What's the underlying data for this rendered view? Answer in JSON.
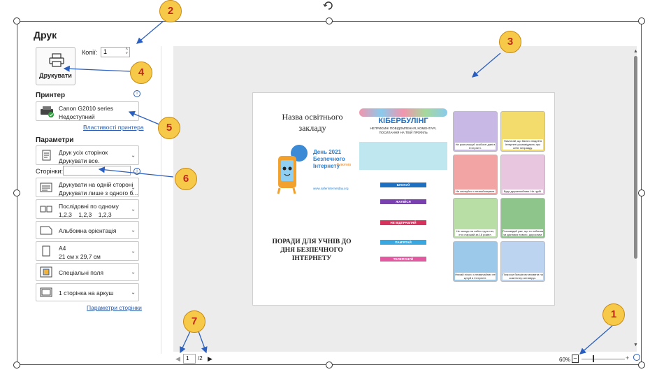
{
  "dialog": {
    "title": "Друк"
  },
  "print_button": {
    "label": "Друкувати"
  },
  "copies": {
    "label": "Копії:",
    "value": "1"
  },
  "printer": {
    "section": "Принтер",
    "name": "Canon G2010 series",
    "status": "Недоступний",
    "properties_link": "Властивості принтера"
  },
  "params": {
    "section": "Параметри",
    "print_all": {
      "line1": "Друк усіх сторінок",
      "line2": "Друкувати все."
    },
    "pages_label": "Сторінки:",
    "pages_value": "",
    "sides": {
      "line1": "Друкувати на одній стороні",
      "line2": "Друкувати лише з одного б..."
    },
    "collate": {
      "line1": "Послідовні по одному",
      "line2": "1,2,3    1,2,3    1,2,3"
    },
    "orientation": "Альбомна орієнтація",
    "paper": {
      "line1": "A4",
      "line2": "21 см x 29,7 см"
    },
    "margins": "Спеціальні поля",
    "per_sheet": "1 сторінка на аркуш",
    "page_setup_link": "Параметри сторінки"
  },
  "preview": {
    "heading_left": "Назва освітнього закладу",
    "day_title": "День 2021 Безпечного Інтернету",
    "day_date": "9 лютого",
    "day_url": "www.saferinternetday.org",
    "tips": "ПОРАДИ ДЛЯ УЧНІВ ДО ДНЯ БЕЗПЕЧНОГО ІНТЕРНЕТУ",
    "poster_title": "КІБЕРБУЛІНГ",
    "poster_sub": "НЕПРИЄМНІ ПОВІДОМЛЕННЯ, КОМЕНТАРІ, ПОСИЛАННЯ НА ТВІЙ ПРОФІЛЬ",
    "bars": [
      "БЛОКУЙ",
      "ЖАЛІЙСЯ",
      "НЕ ВІДПРАВЛЯЙ",
      "ПАМ'ЯТАЙ",
      "ТЕЛЕФОНУЙ"
    ],
    "tiles": [
      "Не розголошуй особисті дані в Інтернеті.",
      "Пам'ятай, що багато людей в Інтернеті розповідають про себе неправду.",
      "Не спілкуйся з незнайомцями.",
      "Будь дружелюбним. Не грубі.",
      "Не заходь на сайти «для тих, хто старший за 18 років».",
      "Розповідай уже, що ти побачив чи дізнався нового, дорослим.",
      "Нюхай нічого з незвичайних не купуй в Інтернеті.",
      "Попроси батьків встановити на комп'ютер антивірус."
    ]
  },
  "zoom": {
    "value": "60%"
  },
  "pager": {
    "current": "1",
    "total": "/2"
  },
  "callouts": [
    "1",
    "2",
    "3",
    "4",
    "5",
    "6",
    "7"
  ],
  "colors": {
    "callout_fill": "#f7c948",
    "callout_text": "#c0281c",
    "arrow": "#2b5fbf",
    "link": "#2a5db0"
  }
}
